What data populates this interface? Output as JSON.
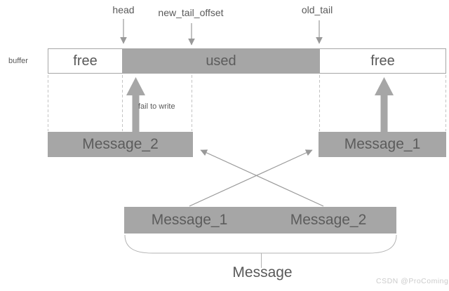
{
  "pointers": {
    "head": "head",
    "new_tail_offset": "new_tail_offset",
    "old_tail": "old_tail"
  },
  "buffer": {
    "label": "buffer",
    "segments": [
      {
        "label": "free",
        "state": "free"
      },
      {
        "label": "used",
        "state": "used"
      },
      {
        "label": "free",
        "state": "free"
      }
    ]
  },
  "middle": {
    "message2": "Message_2",
    "message1": "Message_1",
    "fail_note": "fail to write"
  },
  "bottom": {
    "message1": "Message_1",
    "message2": "Message_2",
    "group_label": "Message"
  },
  "watermark": "CSDN @ProComing",
  "colors": {
    "box_gray": "#a6a6a6",
    "text_gray": "#595959",
    "line_gray": "#999999",
    "dashed_gray": "#c4c4c4",
    "watermark_gray": "#cbcbcb"
  }
}
